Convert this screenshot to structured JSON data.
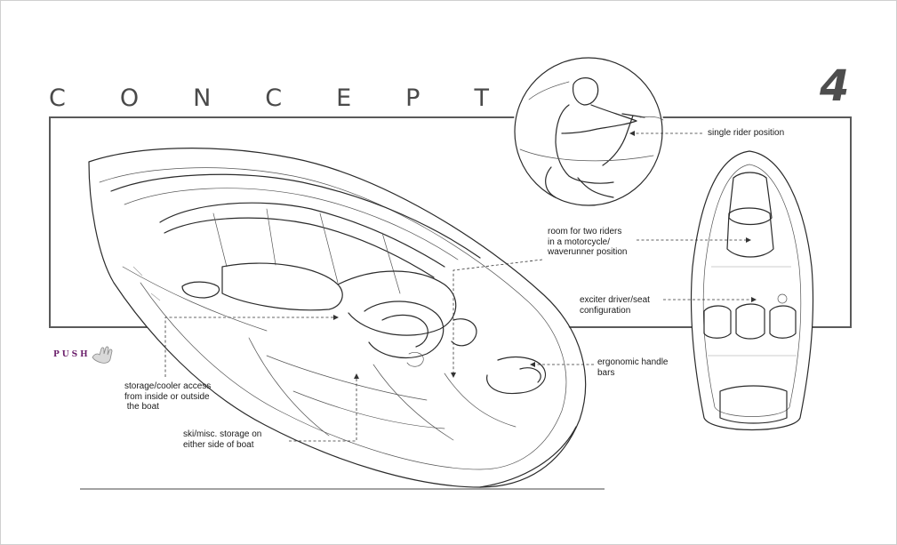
{
  "title": {
    "letters": [
      "C",
      "O",
      "N",
      "C",
      "E",
      "P",
      "T"
    ]
  },
  "page_number": "4",
  "brand": {
    "logo_text": "PUSH",
    "icon": "hand-icon"
  },
  "callouts": {
    "single_rider": "single rider position",
    "two_riders": "room for two riders\nin a motorcycle/\nwaverunner position",
    "exciter": "exciter driver/seat\nconfiguration",
    "handle_bars": "ergonomic handle\nbars",
    "storage_cooler": "storage/cooler access\nfrom inside or outside\n the boat",
    "ski_storage": "ski/misc. storage on\neither side of boat"
  },
  "colors": {
    "frame": "#5a5a5a",
    "ink": "#2b2b2b",
    "logo": "#6b1f6b"
  }
}
